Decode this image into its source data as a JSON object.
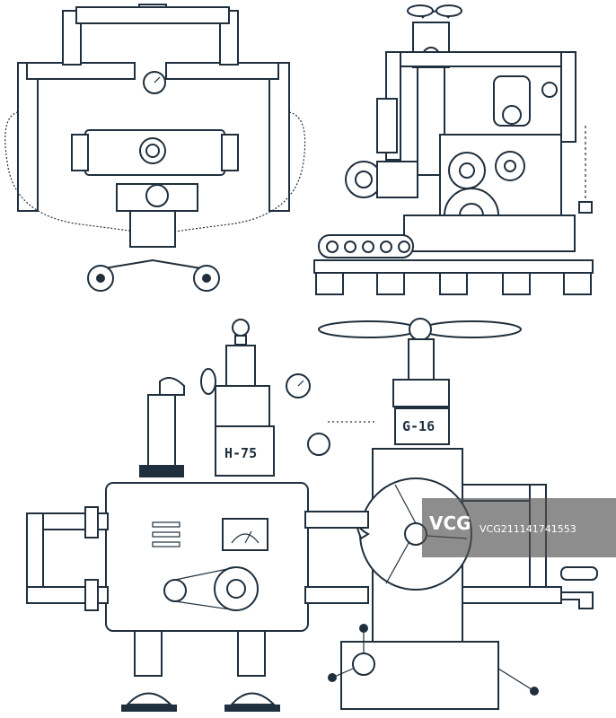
{
  "machine_a": {
    "label": "H-75"
  },
  "machine_b": {
    "label": "G-16"
  },
  "watermark": {
    "logo": "VCG",
    "id": "VCG211141741553"
  },
  "colors": {
    "ink": "#1f2f3d",
    "paper": "#ffffff"
  }
}
